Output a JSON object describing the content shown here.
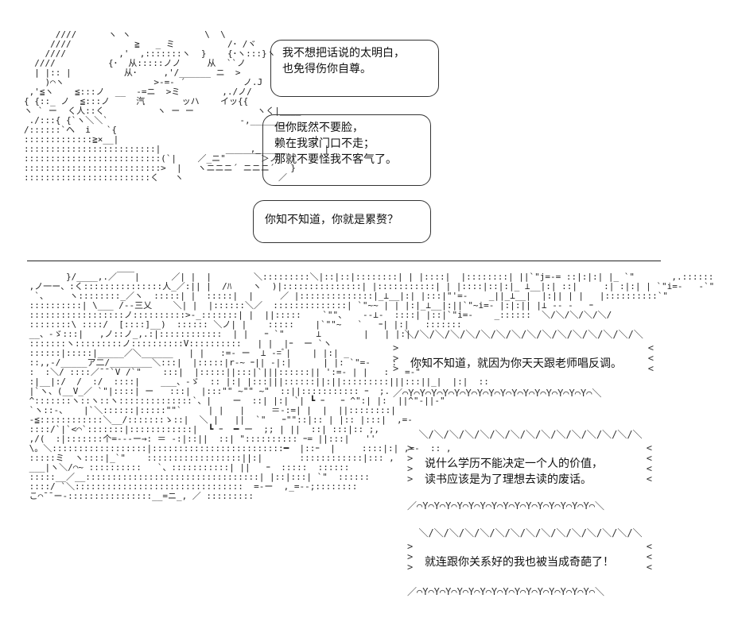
{
  "bubbles_top": [
    {
      "lines": [
        "我不想把话说的太明白，",
        "也免得伤你自尊。"
      ]
    },
    {
      "lines": [
        "但你既然不要脸，",
        "赖在我家门口不走；",
        "那就不要怪我不客气了。"
      ]
    },
    {
      "lines": [
        "你知不知道，你就是累赘？"
      ]
    }
  ],
  "shouts": [
    {
      "lines": [
        "你知不知道，就因为你天天跟老师唱反调。"
      ]
    },
    {
      "lines": [
        "说什么学历不能决定一个人的价值，",
        "读书应该是为了理想去读的废话。"
      ]
    },
    {
      "lines": [
        "就连跟你关系好的我也被当成奇葩了！"
      ]
    }
  ]
}
